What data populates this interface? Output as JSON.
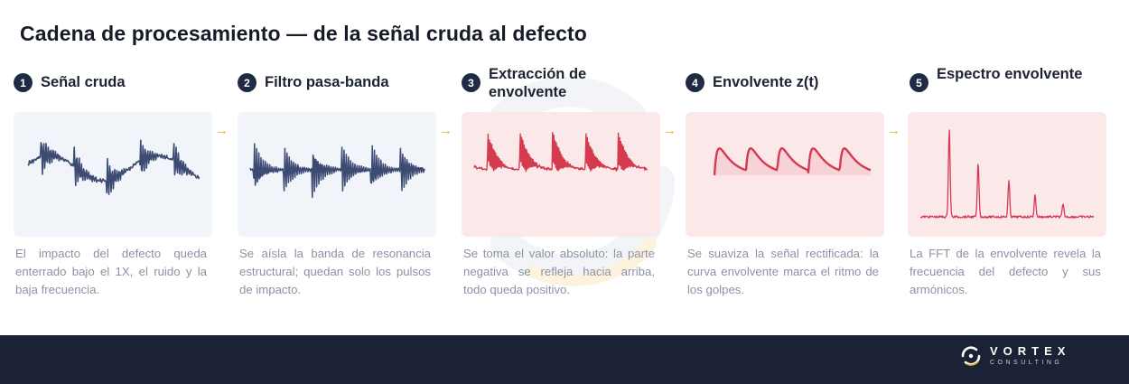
{
  "title": "Cadena de procesamiento — de la señal cruda al defecto",
  "steps": [
    {
      "number": "1",
      "title": "Señal cruda",
      "description": "El impacto del defecto queda enterrado bajo el 1X, el ruido y la baja frecuencia."
    },
    {
      "number": "2",
      "title": "Filtro pasa-banda",
      "description": "Se aísla la banda de resonancia estructural; quedan solo los pulsos de impacto."
    },
    {
      "number": "3",
      "title": "Extracción de envolvente",
      "description": "Se toma el valor absoluto: la parte negativa se refleja hacia arriba, todo queda positivo."
    },
    {
      "number": "4",
      "title": "Envolvente z(t)",
      "description": "Se suaviza la señal rectificada: la curva envolvente marca el ritmo de los golpes."
    },
    {
      "number": "5",
      "title": "Espectro envolvente",
      "description": "La FFT de la envolvente revela la frecuencia del defecto y sus armónicos."
    }
  ],
  "arrow_glyph": "→",
  "brand": {
    "name": "VORTEX",
    "tagline": "CONSULTING"
  },
  "colors": {
    "navy": "#1f2a44",
    "wave_blue": "#3d4b73",
    "wave_red": "#d63a4f",
    "arrow": "#e9b62a",
    "footer": "#1c2236"
  }
}
